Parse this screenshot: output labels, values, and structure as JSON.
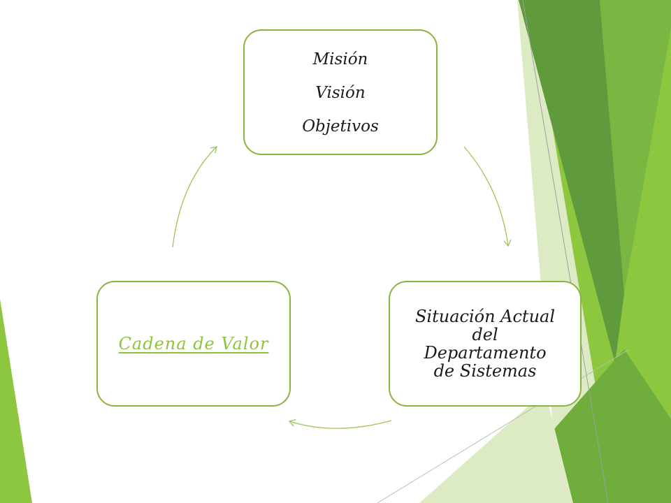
{
  "diagram": {
    "node_mision": {
      "lines": [
        "Misión",
        "Visión",
        "Objetivos"
      ]
    },
    "node_situacion": {
      "lines": [
        "Situación Actual",
        "del",
        "Departamento",
        "de Sistemas"
      ]
    },
    "node_cadena": {
      "link_text": "Cadena de Valor"
    }
  },
  "colors": {
    "node_border": "#8cb33f",
    "arrow": "#9cc55a",
    "link": "#8cc43a",
    "accent_light": "#8dc63f",
    "accent_dark": "#5f9a3c",
    "accent_pale": "#d9eac0"
  }
}
